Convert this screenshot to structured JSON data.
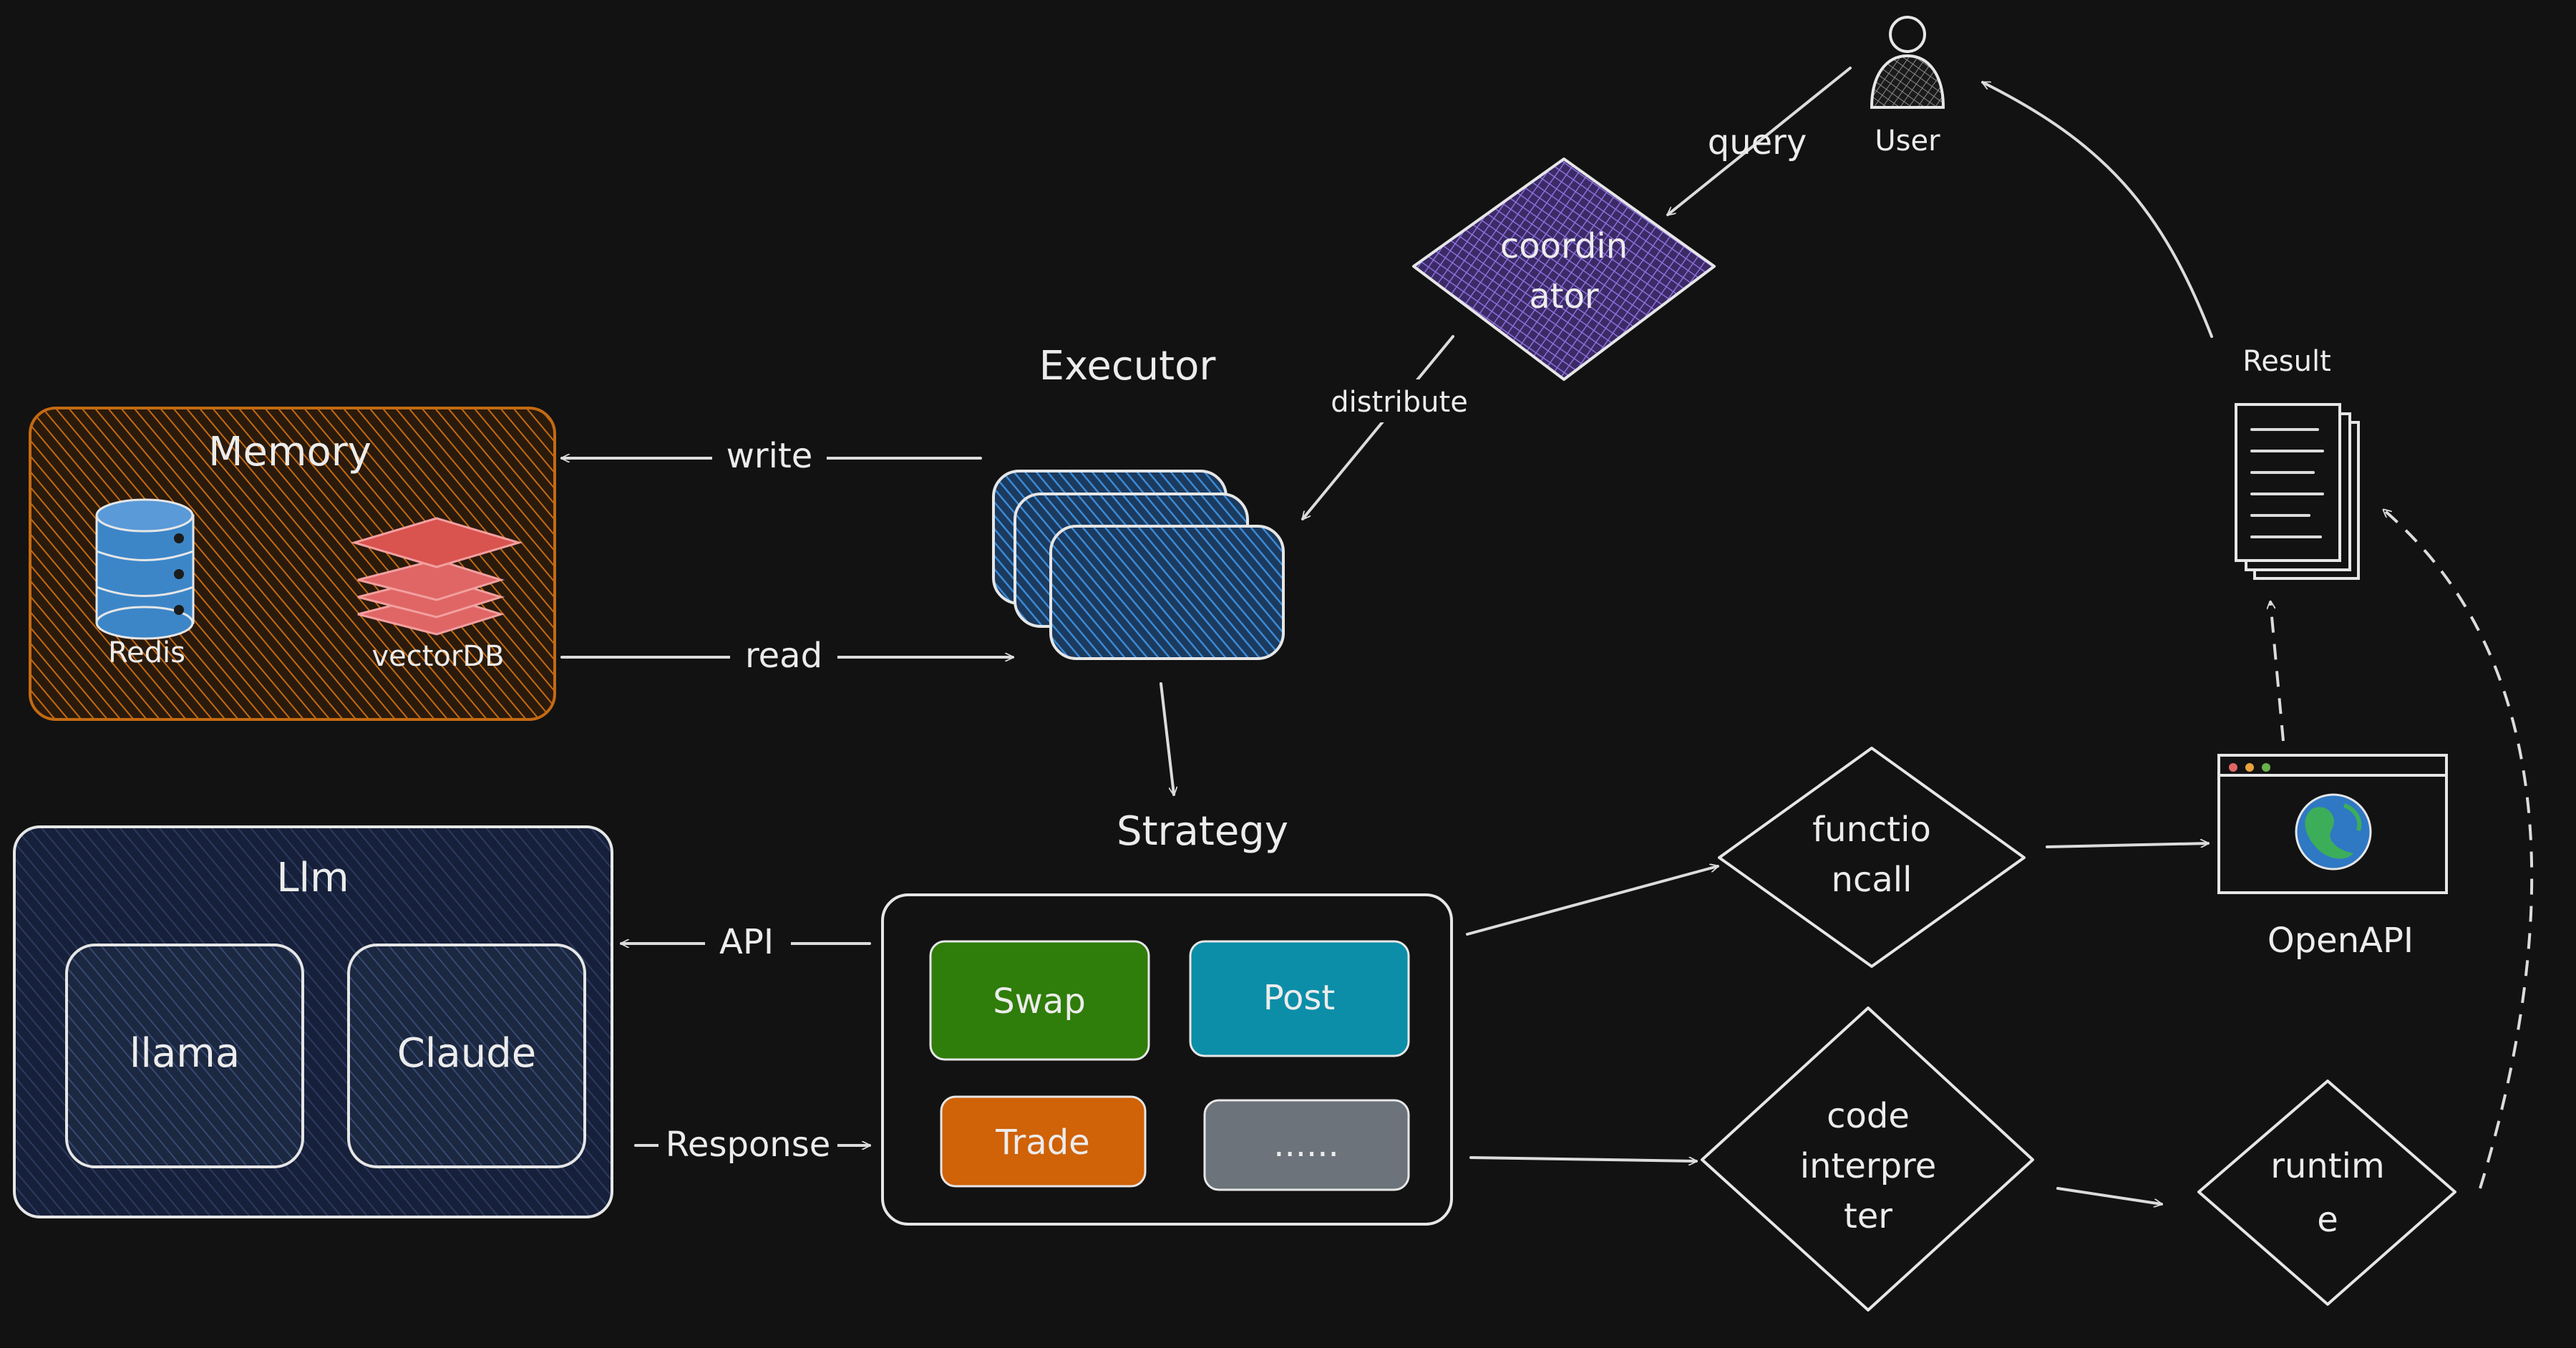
{
  "diagram": {
    "nodes": {
      "user": "User",
      "coordinator_line1": "coordin",
      "coordinator_line2": "ator",
      "executor": "Executor",
      "memory": "Memory",
      "redis": "Redis",
      "vectordb": "vectorDB",
      "llm": "Llm",
      "llama": "llama",
      "claude": "Claude",
      "strategy": "Strategy",
      "swap": "Swap",
      "post": "Post",
      "trade": "Trade",
      "more": "......",
      "functioncall_line1": "functio",
      "functioncall_line2": "ncall",
      "code_line1": "code",
      "code_line2": "interpre",
      "code_line3": "ter",
      "runtime_line1": "runtim",
      "runtime_line2": "e",
      "openapi": "OpenAPI",
      "result": "Result"
    },
    "edges": {
      "query": "query",
      "distribute": "distribute",
      "write": "write",
      "read": "read",
      "api": "API",
      "response": "Response"
    },
    "colors": {
      "background": "#121212",
      "coordinator": "#7c5cc4",
      "executor": "#2f78c4",
      "memory": "#c46a12",
      "llm": "#1e2a44",
      "swap": "#2f7d0a",
      "post": "#0c8ea8",
      "trade": "#d06208",
      "more": "#6c737a",
      "redis": "#3c86c8",
      "vectordb": "#e06666"
    },
    "icons": {
      "user": "user-icon",
      "redis": "database-icon",
      "vectordb": "layers-icon",
      "openapi": "globe-icon",
      "result": "documents-icon"
    }
  }
}
